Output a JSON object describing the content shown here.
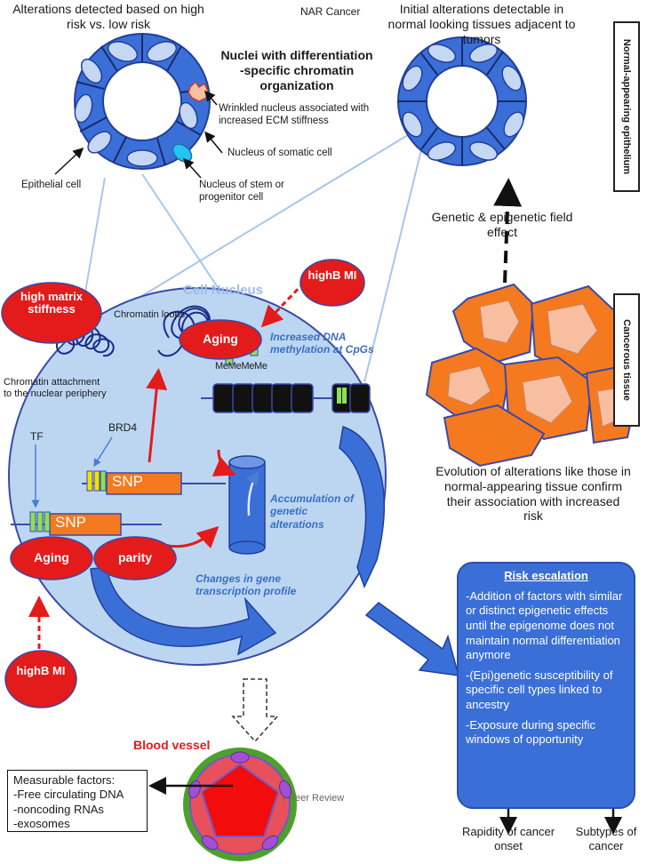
{
  "labels": {
    "alterations_high_low": "Alterations detected based on high risk vs. low risk",
    "nar_cancer": "NAR Cancer",
    "initial_alterations": "Initial alterations detectable in normal looking tissues adjacent to tumors",
    "nuclei_differentiation": "Nuclei with differentiation -specific chromatin organization",
    "wrinkled_nucleus": "Wrinkled nucleus associated with increased ECM stiffness",
    "somatic_nucleus": "Nucleus of somatic cell",
    "epithelial_cell": "Epithelial cell",
    "stem_nucleus": "Nucleus of stem or progenitor cell",
    "normal_epithelium": "Normal-appearing epithelium",
    "cancerous_tissue": "Cancerous tissue",
    "field_effect": "Genetic & epigenetic field effect",
    "evolution": "Evolution of alterations like those in normal-appearing tissue confirm their association with increased risk",
    "cell_nucleus": "Cell Nucleus",
    "chromatin_loops": "Chromatin loops",
    "chromatin_attachment": "Chromatin attachment to the nuclear periphery",
    "brd4": "BRD4",
    "tf": "TF",
    "snp": "SNP",
    "me": "MeMeMeMe",
    "dna_methylation": "Increased DNA methylation at CpGs",
    "accumulation": "Accumulation of genetic alterations",
    "transcription": "Changes in gene transcription profile",
    "blood_vessel": "Blood vessel",
    "peer_review": "r Peer Review",
    "rapidity": "Rapidity of cancer onset",
    "subtypes": "Subtypes of cancer"
  },
  "ovals": {
    "high_matrix": "high matrix stiffness",
    "high_bmi_top": "highB MI",
    "aging_top": "Aging",
    "aging_bottom": "Aging",
    "parity": "parity",
    "high_bmi_bottom": "highB MI"
  },
  "risk": {
    "title": "Risk escalation",
    "items": [
      "-Addition of factors with similar or distinct epigenetic effects until the epigenome does not maintain normal differentiation anymore",
      "-(Epi)genetic susceptibility of specific cell types linked to ancestry",
      "-Exposure during specific windows of opportunity"
    ]
  },
  "measurable": {
    "title": "Measurable factors:",
    "items": [
      "-Free circulating DNA",
      "-noncoding RNAs",
      "-exosomes"
    ]
  },
  "colors": {
    "epithelium_blue": "#3b6fd8",
    "nucleus_fill": "#c5d8f3",
    "cell_nucleus_fill": "#bcd6f2",
    "risk_box": "#3b6fd8",
    "oval_red": "#e31b1b",
    "tissue_orange": "#f57a1f",
    "tissue_pink": "#f7bfa0",
    "arrow_red": "#e31b1b"
  }
}
